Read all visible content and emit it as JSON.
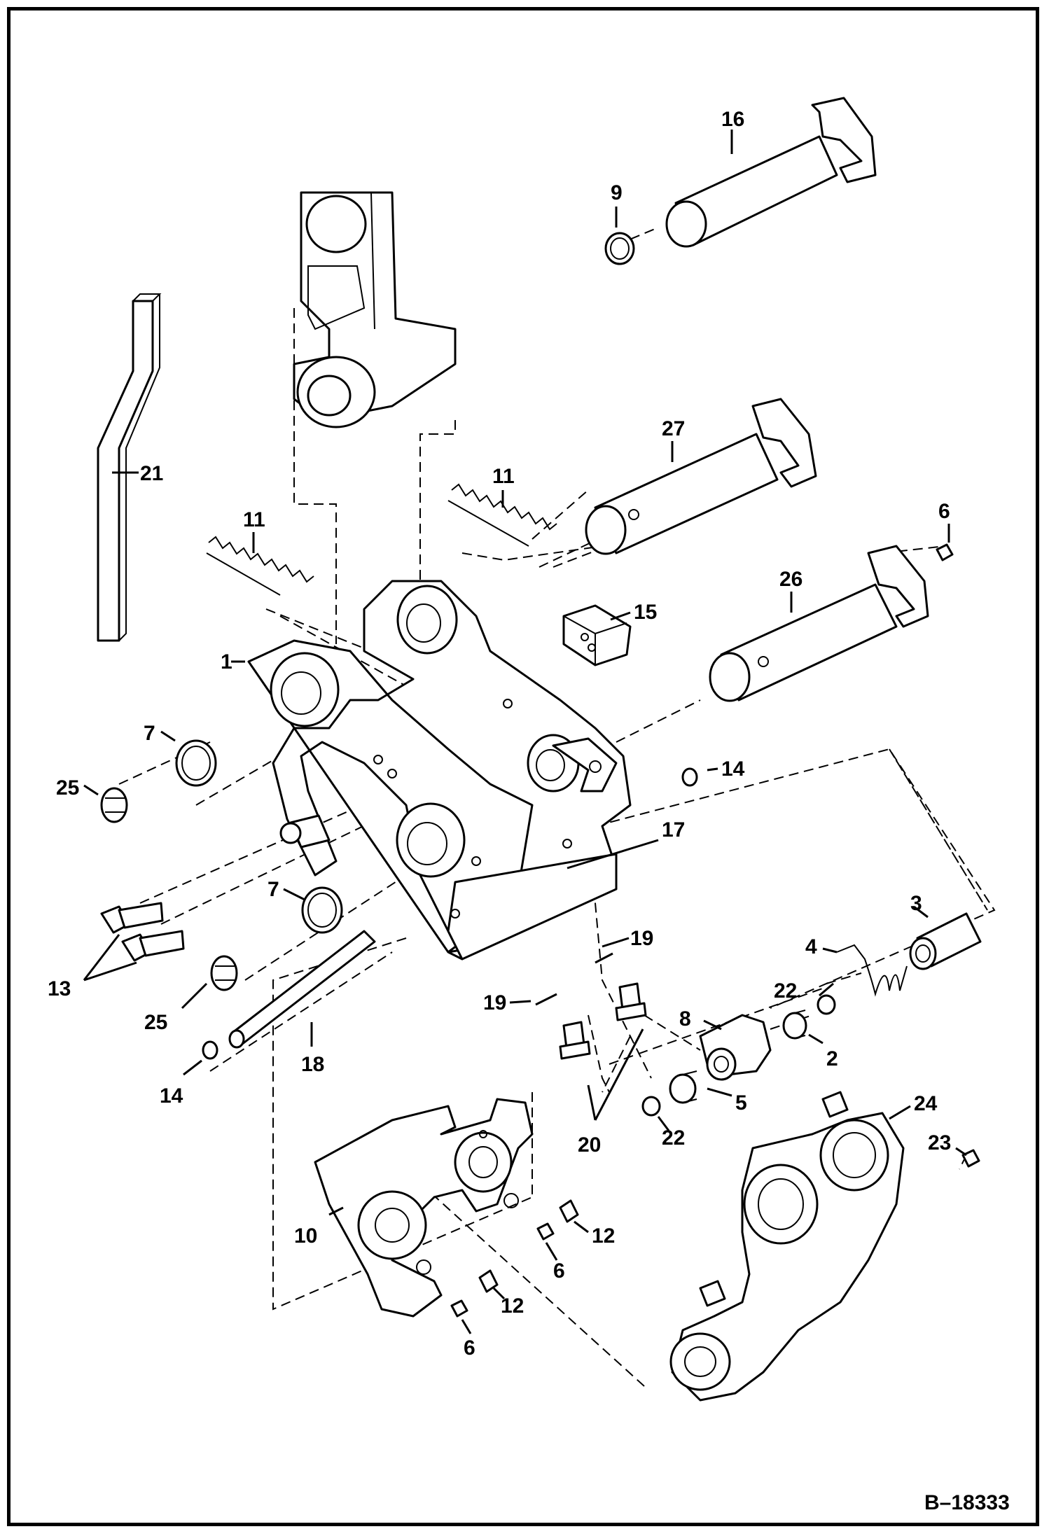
{
  "diagram": {
    "reference": "B–18333",
    "callouts": {
      "c1": "1",
      "c2": "2",
      "c3": "3",
      "c4": "4",
      "c5": "5",
      "c6a": "6",
      "c6b": "6",
      "c6c": "6",
      "c7a": "7",
      "c7b": "7",
      "c8": "8",
      "c9": "9",
      "c10": "10",
      "c11a": "11",
      "c11b": "11",
      "c12a": "12",
      "c12b": "12",
      "c13": "13",
      "c14a": "14",
      "c14b": "14",
      "c15": "15",
      "c16": "16",
      "c17": "17",
      "c18": "18",
      "c19a": "19",
      "c19b": "19",
      "c20": "20",
      "c21": "21",
      "c22a": "22",
      "c22b": "22",
      "c23": "23",
      "c24": "24",
      "c25a": "25",
      "c25b": "25",
      "c26": "26",
      "c27": "27"
    }
  }
}
